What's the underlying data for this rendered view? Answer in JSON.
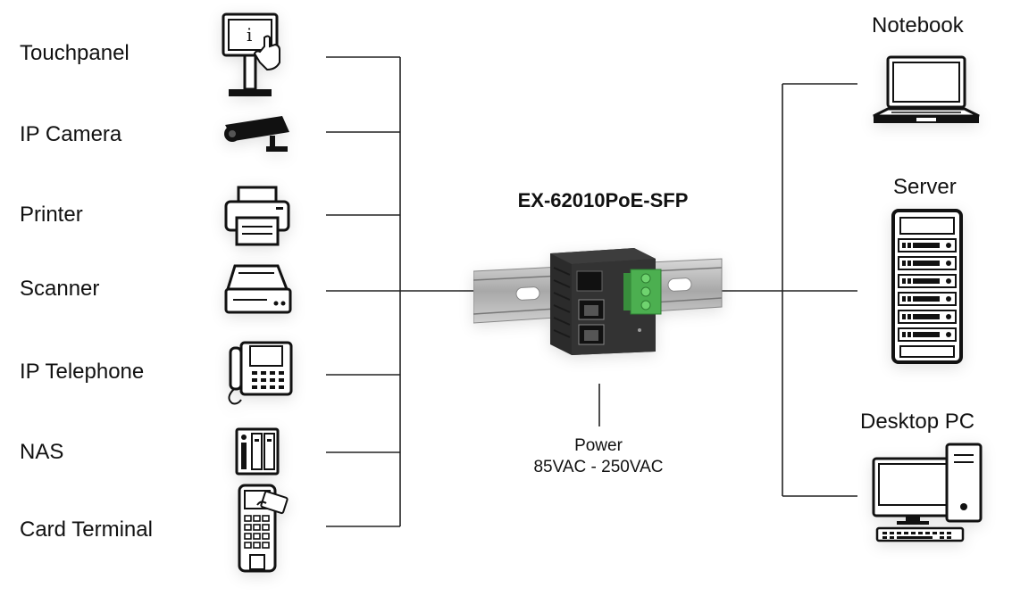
{
  "device": {
    "model": "EX-62010PoE-SFP",
    "power_label": "Power",
    "power_range": "85VAC - 250VAC"
  },
  "left_devices": [
    {
      "label": "Touchpanel",
      "icon": "touchpanel-kiosk-icon"
    },
    {
      "label": "IP Camera",
      "icon": "ip-camera-icon"
    },
    {
      "label": "Printer",
      "icon": "printer-icon"
    },
    {
      "label": "Scanner",
      "icon": "scanner-icon"
    },
    {
      "label": "IP Telephone",
      "icon": "ip-telephone-icon"
    },
    {
      "label": "NAS",
      "icon": "nas-icon"
    },
    {
      "label": "Card Terminal",
      "icon": "card-terminal-icon"
    }
  ],
  "right_devices": [
    {
      "label": "Notebook",
      "icon": "notebook-icon"
    },
    {
      "label": "Server",
      "icon": "server-icon"
    },
    {
      "label": "Desktop PC",
      "icon": "desktop-pc-icon"
    }
  ],
  "colors": {
    "line": "#222222",
    "terminal_green": "#4caf50",
    "device_body": "#2b2b2b",
    "rail": "#b8b8b8"
  }
}
